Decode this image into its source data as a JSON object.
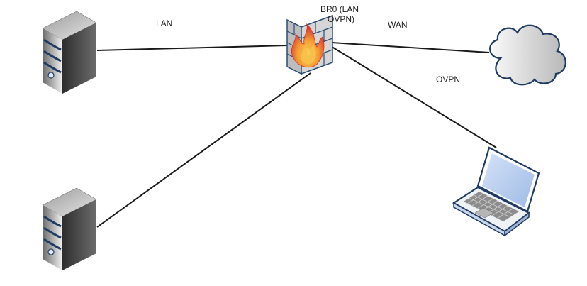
{
  "labels": {
    "lan": "LAN",
    "br0_line1": "BR0 (LAN",
    "br0_line2": "OVPN)",
    "wan": "WAN",
    "ovpn": "OVPN"
  },
  "icons": {
    "server_top": "server-icon",
    "server_bottom": "server-icon",
    "firewall": "firewall-icon",
    "cloud": "cloud-icon",
    "laptop": "laptop-icon"
  },
  "colors": {
    "line": "#1a1a1a",
    "server_dark": "#3a3a3a",
    "server_light": "#e8e8e8",
    "server_stripe": "#1f3a63",
    "brick": "#c9c9c9",
    "brick_outline": "#2b4e78",
    "flame_outer": "#e8372b",
    "flame_inner": "#f5a623",
    "cloud_outline": "#1f3a63",
    "laptop_screen": "#b9cff0",
    "laptop_outline": "#1f3a63"
  }
}
